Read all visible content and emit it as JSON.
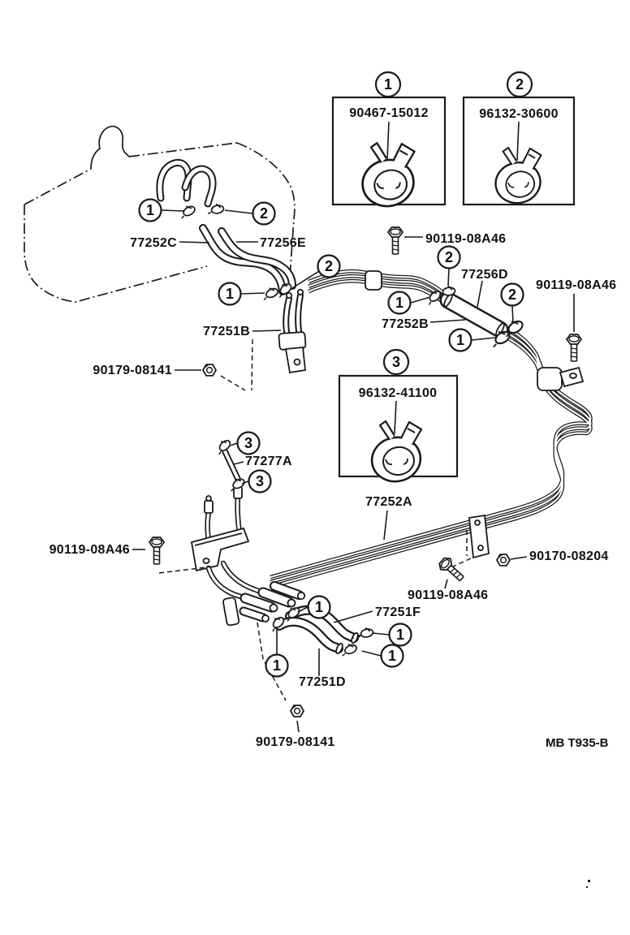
{
  "figure": {
    "title_hint": "fuel pipe routing parts diagram",
    "footer_code": "MB T935-B",
    "line_color": "#1a1a1a",
    "background": "#ffffff"
  },
  "callouts": {
    "one": "1",
    "two": "2",
    "three": "3"
  },
  "callout_boxes": [
    {
      "callout": "1",
      "part_number": "90467-15012"
    },
    {
      "callout": "2",
      "part_number": "96132-30600"
    },
    {
      "callout": "3",
      "part_number": "96132-41100"
    }
  ],
  "labels": {
    "hose_upper_left": "77252C",
    "hose_upper_right": "77256E",
    "bolt_top": "90119-08A46",
    "fuel_damper": "77256D",
    "bolt_right": "90119-08A46",
    "pipe_mid": "77252B",
    "pipe_left": "77251B",
    "nut_upper": "90179-08141",
    "hose_small": "77277A",
    "pipe_main": "77252A",
    "bolt_lower_left": "90119-08A46",
    "nut_right": "90170-08204",
    "bolt_bottom_mid": "90119-08A46",
    "hose_outlet_upper": "77251F",
    "hose_outlet_lower": "77251D",
    "nut_lower": "90179-08141"
  }
}
